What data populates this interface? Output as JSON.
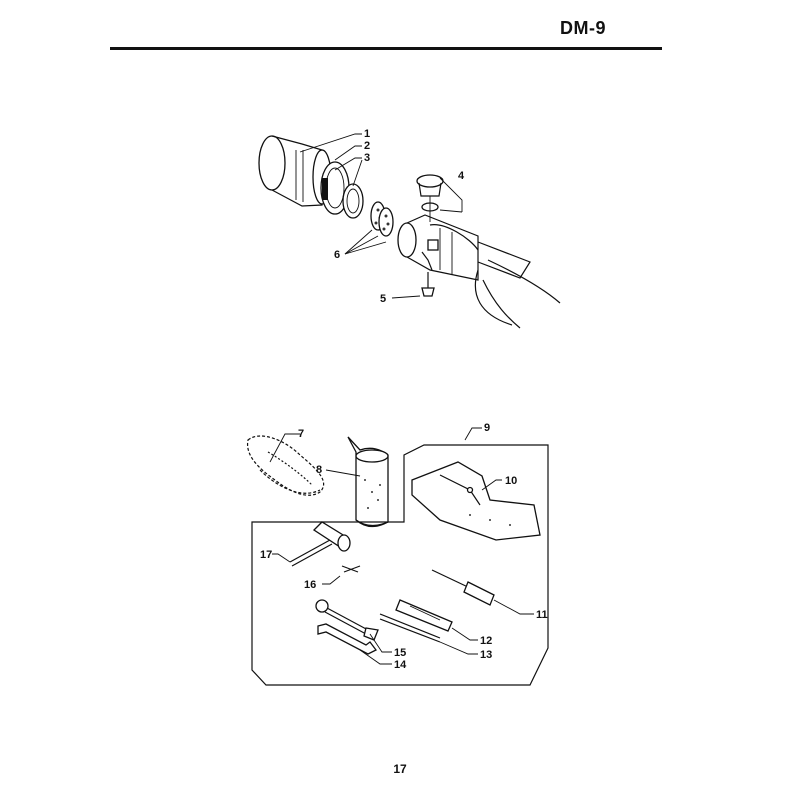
{
  "header": {
    "title": "DM-9"
  },
  "footer": {
    "page_number": "17"
  },
  "callouts": {
    "c1": "1",
    "c2": "2",
    "c3": "3",
    "c4": "4",
    "c5": "5",
    "c6": "6",
    "c7": "7",
    "c8": "8",
    "c9": "9",
    "c10": "10",
    "c11": "11",
    "c12": "12",
    "c13": "13",
    "c14": "14",
    "c15": "15",
    "c16": "16",
    "c17": "17"
  }
}
